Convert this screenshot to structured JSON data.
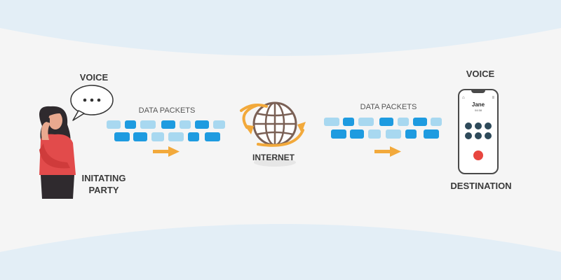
{
  "labels": {
    "voice_left": "VOICE",
    "initiating_party": "INITATING PARTY",
    "data_packets_left": "DATA PACKETS",
    "internet": "INTERNET",
    "data_packets_right": "DATA PACKETS",
    "voice_right": "VOICE",
    "destination": "DESTINATION"
  },
  "phone": {
    "caller_name": "Jane",
    "call_status": "04:58"
  },
  "colors": {
    "packet_dark": "#1e9be0",
    "packet_light": "#a8d8f0",
    "arrow": "#f2a93b",
    "band": "#e3eef6"
  },
  "icons": [
    "speech-bubble-icon",
    "person-on-phone-icon",
    "globe-icon",
    "arrow-right-icon",
    "smartphone-icon"
  ]
}
